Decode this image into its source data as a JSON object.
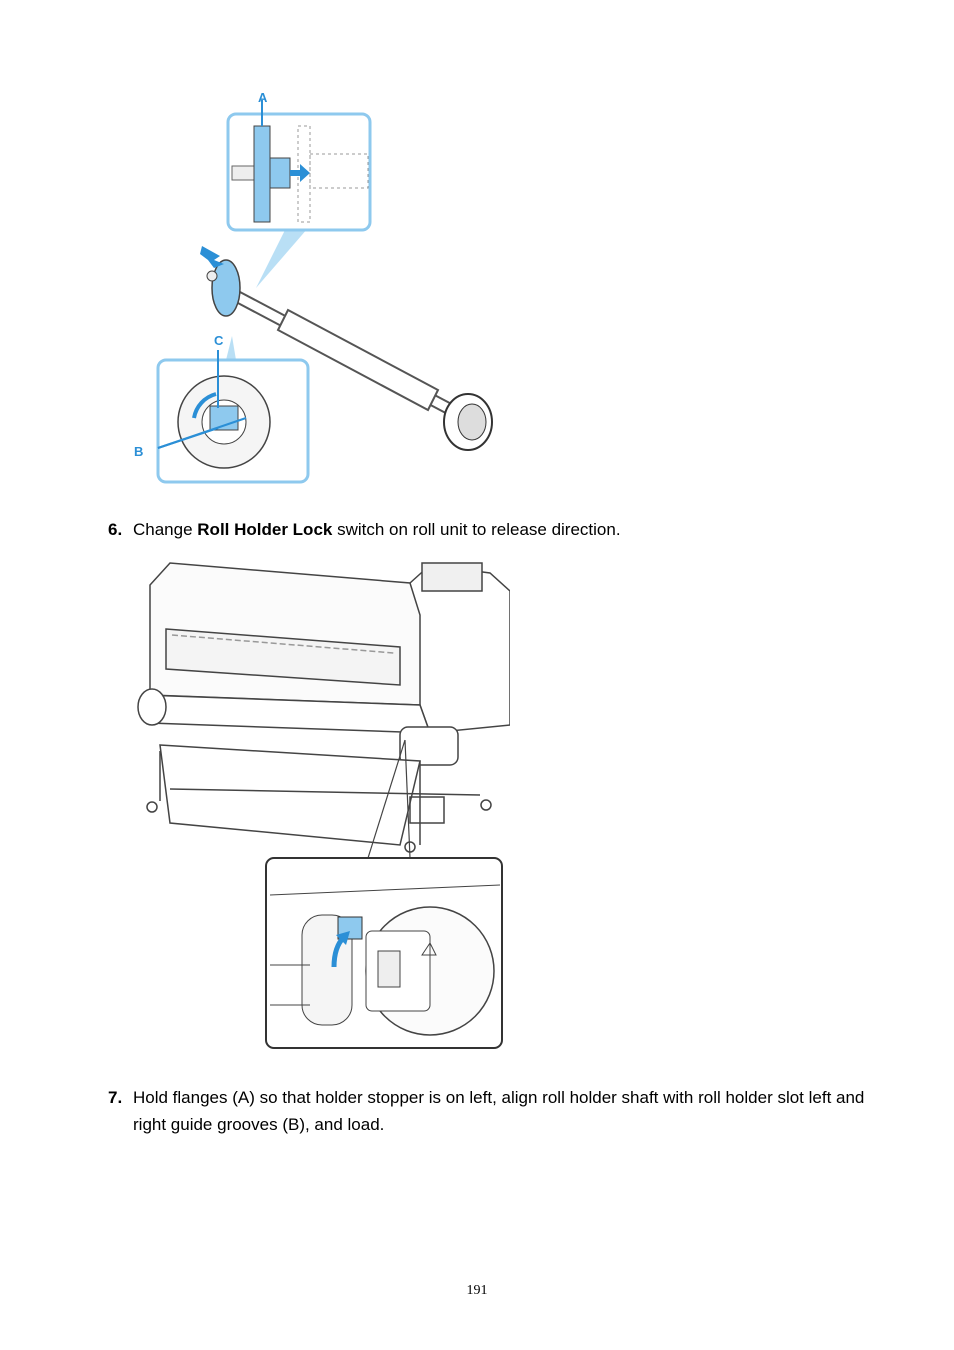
{
  "figure1": {
    "labels": {
      "a": "A",
      "b": "B",
      "c": "C"
    }
  },
  "step6": {
    "number": "6.",
    "text_before": "Change ",
    "text_bold": "Roll Holder Lock",
    "text_after": " switch on roll unit to release direction."
  },
  "step7": {
    "number": "7.",
    "text": "Hold flanges (A) so that holder stopper is on left, align roll holder shaft with roll holder slot left and right guide grooves (B), and load."
  },
  "page_number": "191",
  "colors": {
    "accent_blue": "#2b8fd6",
    "light_blue": "#8ec9ee",
    "line_gray": "#555555"
  }
}
